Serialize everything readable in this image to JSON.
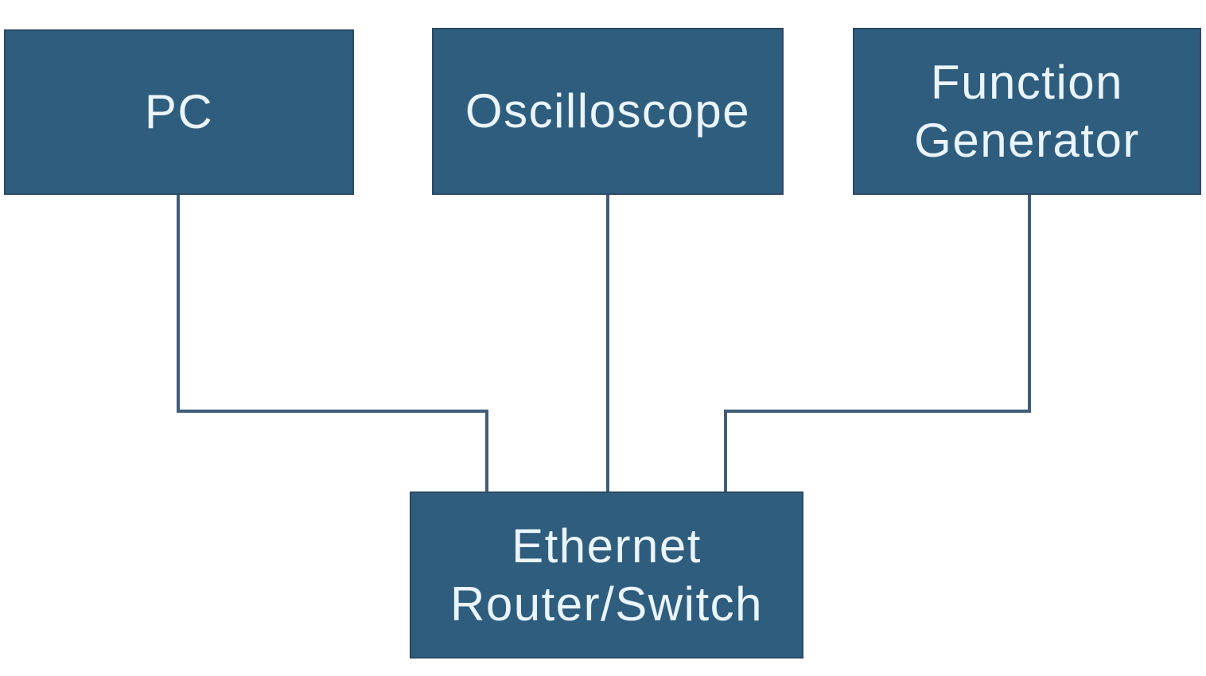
{
  "diagram": {
    "type": "network-topology",
    "nodes": [
      {
        "id": "pc",
        "label": "PC"
      },
      {
        "id": "oscilloscope",
        "label": "Oscilloscope"
      },
      {
        "id": "function-generator",
        "label": "Function Generator"
      },
      {
        "id": "ethernet-router-switch",
        "label": "Ethernet Router/Switch"
      }
    ],
    "edges": [
      {
        "from": "pc",
        "to": "ethernet-router-switch",
        "style": "elbow"
      },
      {
        "from": "oscilloscope",
        "to": "ethernet-router-switch",
        "style": "straight"
      },
      {
        "from": "function-generator",
        "to": "ethernet-router-switch",
        "style": "elbow"
      }
    ],
    "colors": {
      "node_fill": "#2f5d7e",
      "node_border": "#2b4a63",
      "connector": "#3f5d78",
      "label_text": "#eaf4fb",
      "background": "#ffffff"
    }
  }
}
